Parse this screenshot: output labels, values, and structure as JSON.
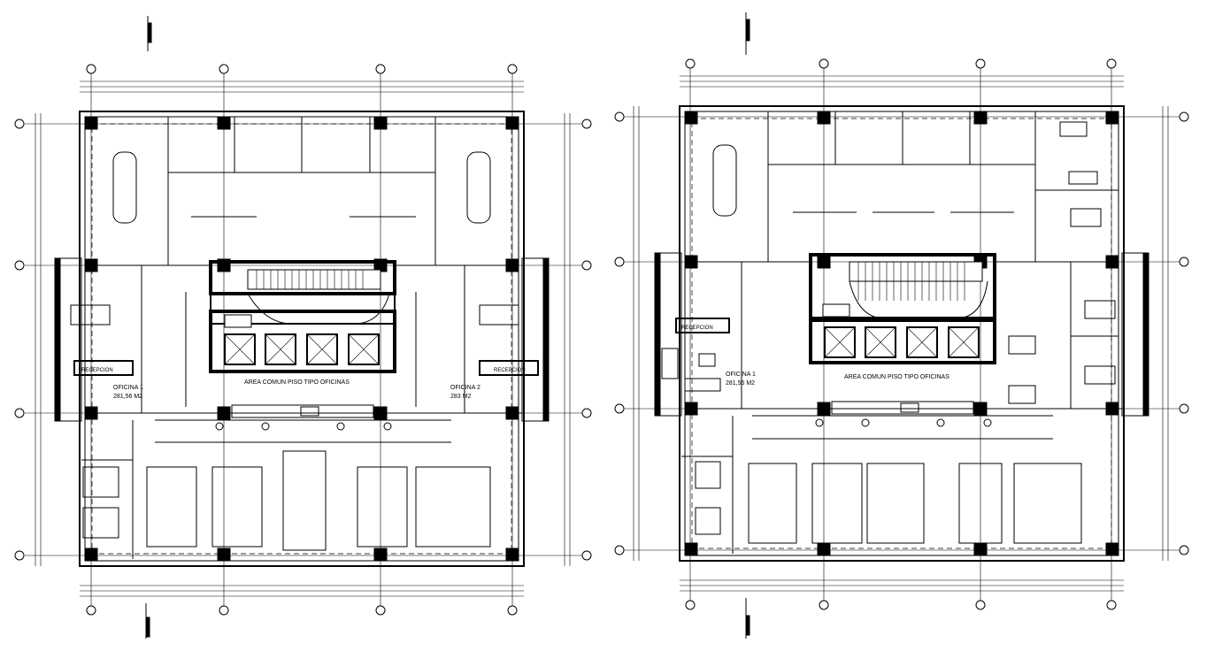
{
  "plans": [
    {
      "id": "plan-left",
      "offices": [
        {
          "name": "OFICINA 1",
          "area": "281,56 M2"
        },
        {
          "name": "OFICINA 2",
          "area": "283 M2"
        }
      ],
      "common_area": "AREA COMUN PISO TIPO OFICINAS",
      "reception": [
        "RECEPCION",
        "RECEPCION"
      ]
    },
    {
      "id": "plan-right",
      "offices": [
        {
          "name": "OFICINA 1",
          "area": "281,56 M2"
        }
      ],
      "common_area": "AREA COMUN PISO TIPO OFICINAS",
      "reception": [
        "RECEPCION"
      ]
    }
  ]
}
